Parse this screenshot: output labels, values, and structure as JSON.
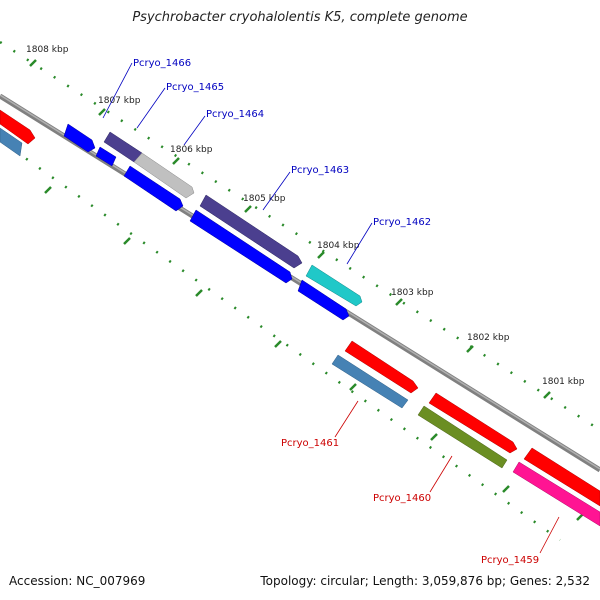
{
  "title": "Psychrobacter cryohalolentis K5, complete genome",
  "footer": {
    "accession": "Accession: NC_007969",
    "summary": "Topology: circular; Length: 3,059,876 bp; Genes: 2,532"
  },
  "ticks": [
    "1808 kbp",
    "1807 kbp",
    "1806 kbp",
    "1805 kbp",
    "1804 kbp",
    "1803 kbp",
    "1802 kbp",
    "1801 kbp"
  ],
  "genes_top": [
    "Pcryo_1466",
    "Pcryo_1465",
    "Pcryo_1464",
    "Pcryo_1463",
    "Pcryo_1462"
  ],
  "genes_bottom": [
    "Pcryo_1461",
    "Pcryo_1460",
    "Pcryo_1459"
  ],
  "colors": {
    "backbone": "#808080",
    "tick_mark": "#2a8a2a",
    "label_top": "#0000c0",
    "label_bottom": "#cc0000",
    "gene_blue": "#0000ff",
    "gene_navy": "#4b3f8f",
    "gene_grey": "#c0c0c0",
    "gene_cyan": "#20c8c8",
    "gene_red": "#ff0000",
    "gene_steel": "#4682b4",
    "gene_olive": "#6b8e23",
    "gene_pink": "#ff1493"
  }
}
